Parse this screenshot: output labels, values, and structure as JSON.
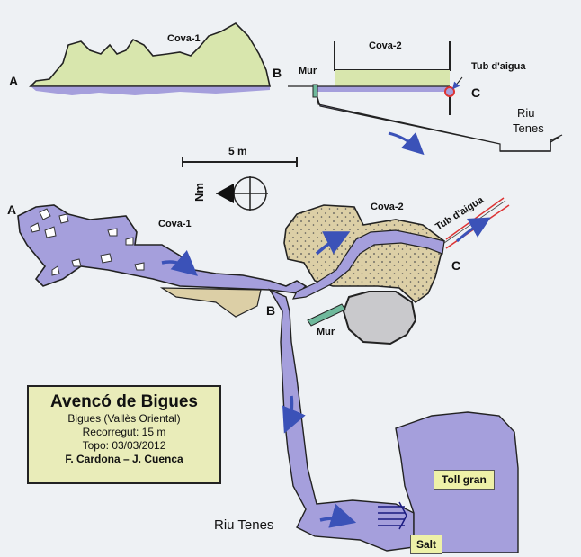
{
  "labels": {
    "a": "A",
    "b": "B",
    "c": "C",
    "cova1": "Cova-1",
    "cova2": "Cova-2",
    "mur": "Mur",
    "tub": "Tub d'aigua",
    "riu_tenes": "Riu Tenes",
    "riu": "Riu",
    "tenes": "Tenes",
    "scale": "5 m",
    "north": "Nm",
    "toll": "Toll gran",
    "salt": "Salt"
  },
  "info": {
    "title": "Avencó de Bigues",
    "location": "Bigues (Vallès Oriental)",
    "route": "Recorregut: 15 m",
    "topo": "Topo: 03/03/2012",
    "authors": "F. Cardona – J. Cuenca"
  },
  "colors": {
    "water": "#a59fdc",
    "green": "#d8e6ad",
    "sand": "#dccfa6",
    "rock": "#c9c9cc",
    "mur": "#6fb99c",
    "pipe": "#d33",
    "arrow": "#3b52b8",
    "box": "#e9ecb9"
  }
}
